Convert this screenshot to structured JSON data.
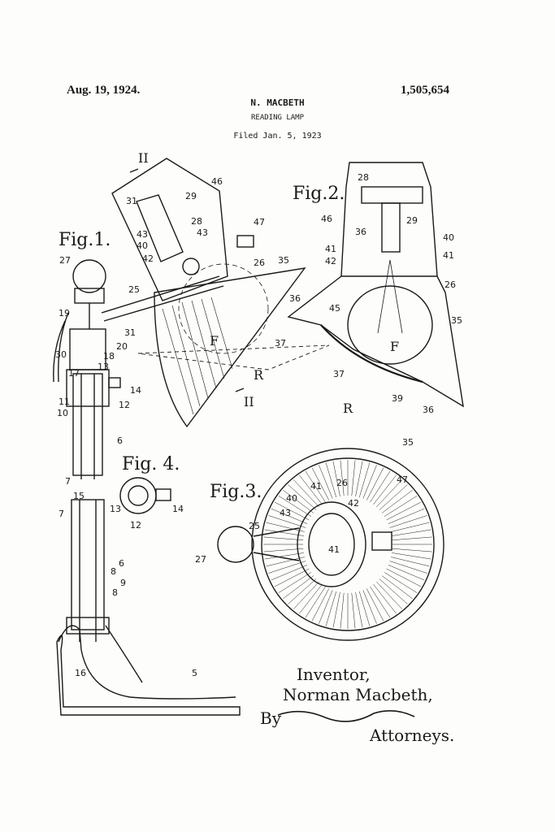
{
  "header": {
    "date": "Aug. 19, 1924.",
    "patent_number": "1,505,654",
    "inventor": "N. MACBETH",
    "title": "READING LAMP",
    "filed": "Filed Jan. 5, 1923"
  },
  "figures": {
    "fig1": "Fig.1.",
    "fig2": "Fig.2.",
    "fig3": "Fig.3.",
    "fig4": "Fig. 4."
  },
  "section_marks": {
    "ii_top": "II",
    "ii_bottom": "II",
    "f1": "F",
    "r1": "R",
    "f2": "F",
    "r2": "R"
  },
  "ref_numerals": {
    "n46a": "46",
    "n31a": "31",
    "n29a": "29",
    "n28a": "28",
    "n43a": "43",
    "n40a": "40",
    "n42a": "42",
    "n43b": "43",
    "n47a": "47",
    "n27a": "27",
    "n26a": "26",
    "n35a": "35",
    "n25a": "25",
    "n19": "19",
    "n36a": "36",
    "n31b": "31",
    "n20": "20",
    "n18": "18",
    "n37a": "37",
    "n30": "30",
    "n17": "17",
    "n13a": "13",
    "n14a": "14",
    "n11": "11",
    "n12a": "12",
    "n10": "10",
    "n6a": "6",
    "n7a": "7",
    "n15": "15",
    "n7b": "7",
    "n6b": "6",
    "n8a": "8",
    "n9": "9",
    "n8b": "8",
    "n16": "16",
    "n5": "5",
    "n13b": "13",
    "n12b": "12",
    "n14b": "14",
    "n28b": "28",
    "n46b": "46",
    "n29b": "29",
    "n36b": "36",
    "n40b": "40",
    "n41a": "41",
    "n41b": "41",
    "n42b": "42",
    "n26b": "26",
    "n45": "45",
    "n35b": "35",
    "n37b": "37",
    "n39": "39",
    "n36c": "36",
    "n35c": "35",
    "n26c": "26",
    "n41c": "41",
    "n40c": "40",
    "n42c": "42",
    "n47b": "47",
    "n43c": "43",
    "n25b": "25",
    "n27b": "27",
    "n41d": "41"
  },
  "signature": {
    "inventor_label": "Inventor,",
    "inventor_name": "Norman Macbeth,",
    "by": "By",
    "attorneys": "Attorneys."
  }
}
